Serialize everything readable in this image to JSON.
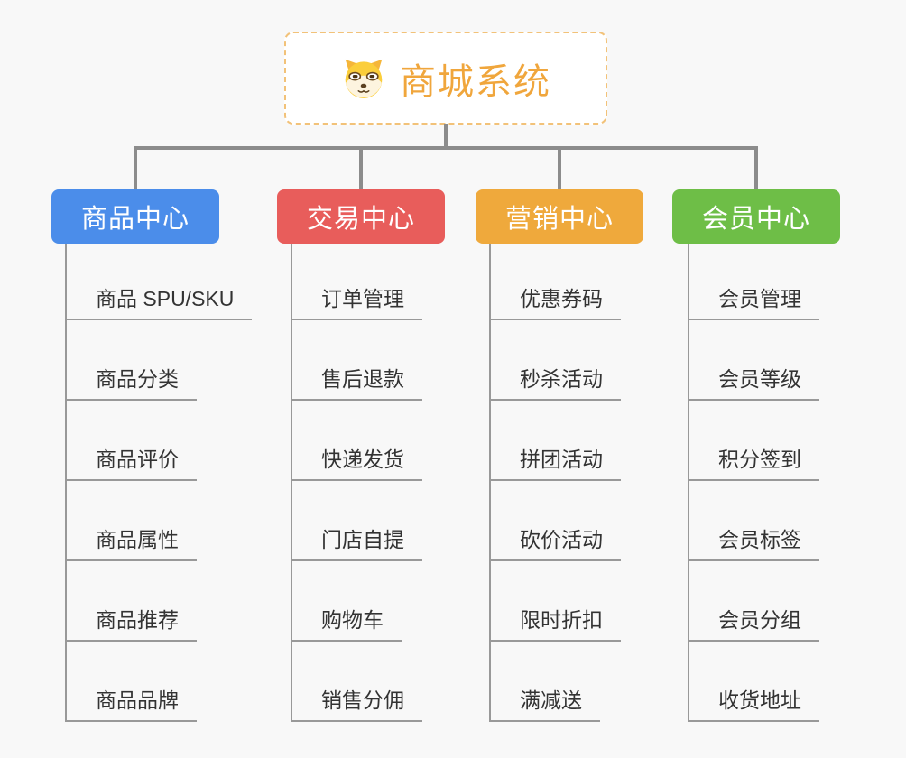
{
  "page": {
    "background": "#f8f8f8",
    "connector_color": "#8c8c8c",
    "leaf_line_color": "#999999"
  },
  "root": {
    "title": "商城系统",
    "icon": "doge-icon",
    "text_color": "#f0a63c",
    "border_color": "#f2c279",
    "background": "#ffffff"
  },
  "branches": [
    {
      "label": "商品中心",
      "color": "#4b8dea",
      "items": [
        "商品 SPU/SKU",
        "商品分类",
        "商品评价",
        "商品属性",
        "商品推荐",
        "商品品牌"
      ]
    },
    {
      "label": "交易中心",
      "color": "#e85d5b",
      "items": [
        "订单管理",
        "售后退款",
        "快递发货",
        "门店自提",
        "购物车",
        "销售分佣"
      ]
    },
    {
      "label": "营销中心",
      "color": "#efa93c",
      "items": [
        "优惠券码",
        "秒杀活动",
        "拼团活动",
        "砍价活动",
        "限时折扣",
        "满减送"
      ]
    },
    {
      "label": "会员中心",
      "color": "#6ebe47",
      "items": [
        "会员管理",
        "会员等级",
        "积分签到",
        "会员标签",
        "会员分组",
        "收货地址"
      ]
    }
  ]
}
